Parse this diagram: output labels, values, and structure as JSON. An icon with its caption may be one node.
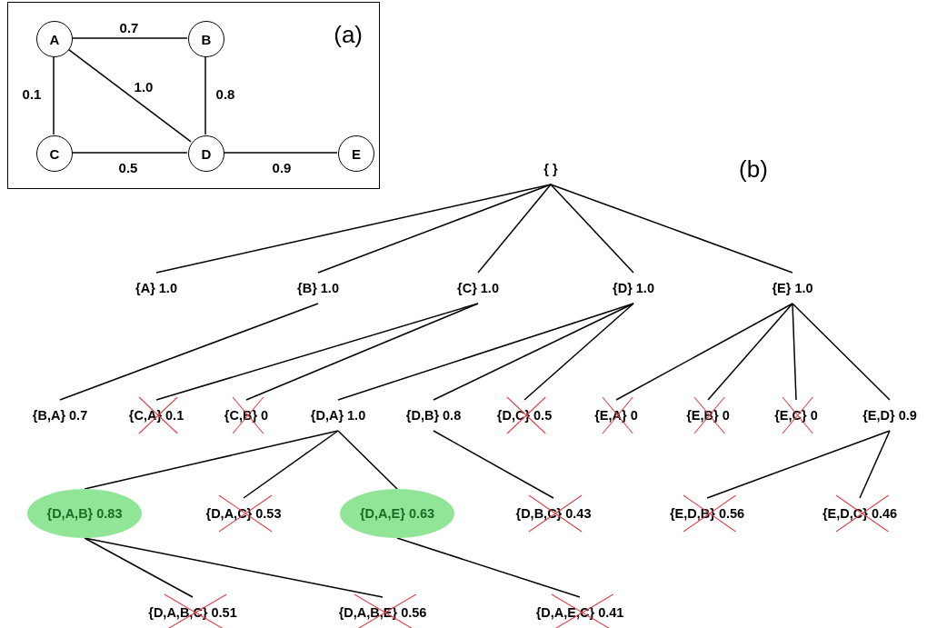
{
  "diagram": {
    "nodes": [
      {
        "text": [
          "(a)"
        ]
      },
      {
        "text": [
          "A"
        ],
        "in": 0
      },
      {
        "text": [
          "B"
        ],
        "in": 0
      },
      {
        "text": [
          "C"
        ],
        "in": 0
      },
      {
        "text": [
          "D"
        ],
        "in": 0
      },
      {
        "text": [
          "E"
        ],
        "in": 0
      },
      {
        "text": [
          "{ }"
        ]
      },
      {
        "text": [
          "{A} 1.0"
        ]
      },
      {
        "text": [
          "{B} 1.0"
        ]
      },
      {
        "text": [
          "{C} 1.0"
        ]
      },
      {
        "text": [
          "{D} 1.0"
        ]
      },
      {
        "text": [
          "{E} 1.0"
        ]
      },
      {
        "text": [
          "{B,A} 0.7"
        ]
      },
      {
        "text": [
          "{C,A} 0.1"
        ]
      },
      {
        "text": [
          "{C,B} 0"
        ]
      },
      {
        "text": [
          "{D,A} 1.0"
        ]
      },
      {
        "text": [
          "{D,B} 0.8"
        ]
      },
      {
        "text": [
          "{D,C} 0.5"
        ]
      },
      {
        "text": [
          "{E,A} 0"
        ]
      },
      {
        "text": [
          "{E,B} 0"
        ]
      },
      {
        "text": [
          "{E,C} 0"
        ]
      },
      {
        "text": [
          "{E,D} 0.9"
        ]
      },
      {
        "text": [
          "{D,A,B} 0.83"
        ]
      },
      {
        "text": [
          "{D,A,C} 0.53"
        ]
      },
      {
        "text": [
          "{D,A,E} 0.63"
        ]
      },
      {
        "text": [
          "{D,B,C} 0.43"
        ]
      },
      {
        "text": [
          "{E,D,B} 0.56"
        ]
      },
      {
        "text": [
          "{E,D,C} 0.46"
        ]
      },
      {
        "text": [
          "{D,A,B,C} 0.51"
        ]
      },
      {
        "text": [
          "{D,A,B,E} 0.56"
        ]
      },
      {
        "text": [
          "{D,A,E,C} 0.41"
        ]
      }
    ],
    "edges": [
      {
        "from": 1,
        "to": 2,
        "arrow": "none",
        "label": "0.7"
      },
      {
        "from": 1,
        "to": 3,
        "arrow": "none",
        "label": "0.1"
      },
      {
        "from": 1,
        "to": 4,
        "arrow": "none",
        "label": "1.0"
      },
      {
        "from": 2,
        "to": 4,
        "arrow": "none",
        "label": "0.8"
      },
      {
        "from": 3,
        "to": 4,
        "arrow": "none",
        "label": "0.5"
      },
      {
        "from": 4,
        "to": 5,
        "arrow": "none",
        "label": "0.9"
      },
      {
        "from": 6,
        "to": 7,
        "arrow": "none"
      },
      {
        "from": 6,
        "to": 8,
        "arrow": "none"
      },
      {
        "from": 6,
        "to": 9,
        "arrow": "none"
      },
      {
        "from": 6,
        "to": 10,
        "arrow": "none"
      },
      {
        "from": 6,
        "to": 11,
        "arrow": "none"
      },
      {
        "from": 8,
        "to": 12,
        "arrow": "none"
      },
      {
        "from": 9,
        "to": 13,
        "arrow": "none"
      },
      {
        "from": 9,
        "to": 14,
        "arrow": "none"
      },
      {
        "from": 10,
        "to": 15,
        "arrow": "none"
      },
      {
        "from": 10,
        "to": 16,
        "arrow": "none"
      },
      {
        "from": 10,
        "to": 17,
        "arrow": "none"
      },
      {
        "from": 11,
        "to": 18,
        "arrow": "none"
      },
      {
        "from": 11,
        "to": 19,
        "arrow": "none"
      },
      {
        "from": 11,
        "to": 20,
        "arrow": "none"
      },
      {
        "from": 11,
        "to": 21,
        "arrow": "none"
      },
      {
        "from": 15,
        "to": 22,
        "arrow": "none"
      },
      {
        "from": 15,
        "to": 23,
        "arrow": "none"
      },
      {
        "from": 15,
        "to": 24,
        "arrow": "none"
      },
      {
        "from": 16,
        "to": 25,
        "arrow": "none"
      },
      {
        "from": 21,
        "to": 26,
        "arrow": "none"
      },
      {
        "from": 21,
        "to": 27,
        "arrow": "none"
      },
      {
        "from": 22,
        "to": 28,
        "arrow": "none"
      },
      {
        "from": 22,
        "to": 29,
        "arrow": "none"
      },
      {
        "from": 24,
        "to": 30,
        "arrow": "none"
      }
    ],
    "labels": [
      "(b)"
    ]
  }
}
